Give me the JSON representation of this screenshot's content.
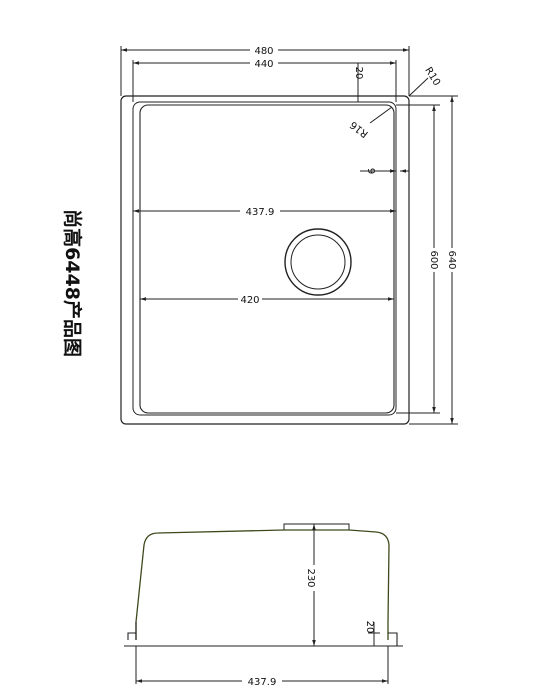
{
  "title": "尚高6448产品图",
  "top_view": {
    "width_outer": "480",
    "width_inner": "440",
    "radius_outer": "R10",
    "radius_inner": "R16",
    "rim_top": "20",
    "rim_side": "9",
    "length_bowl": "437.9",
    "length_bottom": "420",
    "height_inner": "600",
    "height_outer": "640"
  },
  "side_view": {
    "depth": "230",
    "flange": "20",
    "bottom_length": "437.9"
  },
  "colors": {
    "line": "#222222",
    "side_outline": "#3e4a1e"
  }
}
